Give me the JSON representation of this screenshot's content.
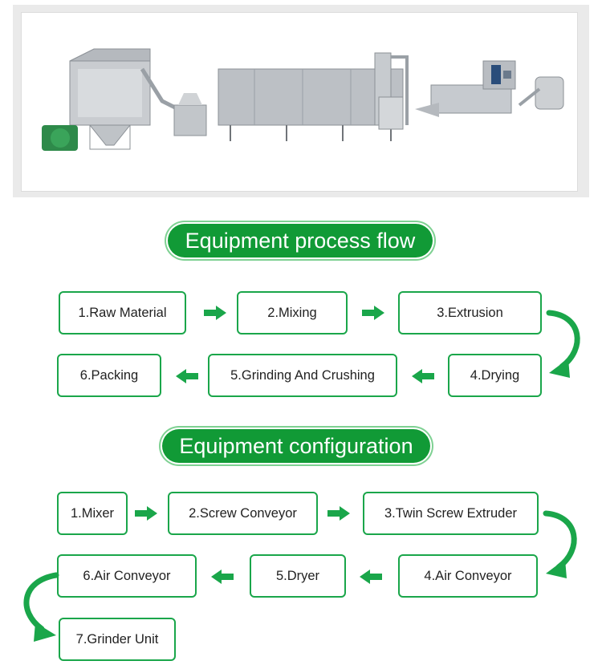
{
  "colors": {
    "green": "#119a36",
    "border": "#1aa64a"
  },
  "photo": {
    "icon": "production-line-machinery-photo"
  },
  "process": {
    "title": "Equipment process flow",
    "steps": [
      "1.Raw Material",
      "2.Mixing",
      "3.Extrusion",
      "4.Drying",
      "5.Grinding And Crushing",
      "6.Packing"
    ]
  },
  "config": {
    "title": "Equipment configuration",
    "steps": [
      "1.Mixer",
      "2.Screw Conveyor",
      "3.Twin Screw Extruder",
      "4.Air Conveyor",
      "5.Dryer",
      "6.Air Conveyor",
      "7.Grinder Unit"
    ]
  }
}
